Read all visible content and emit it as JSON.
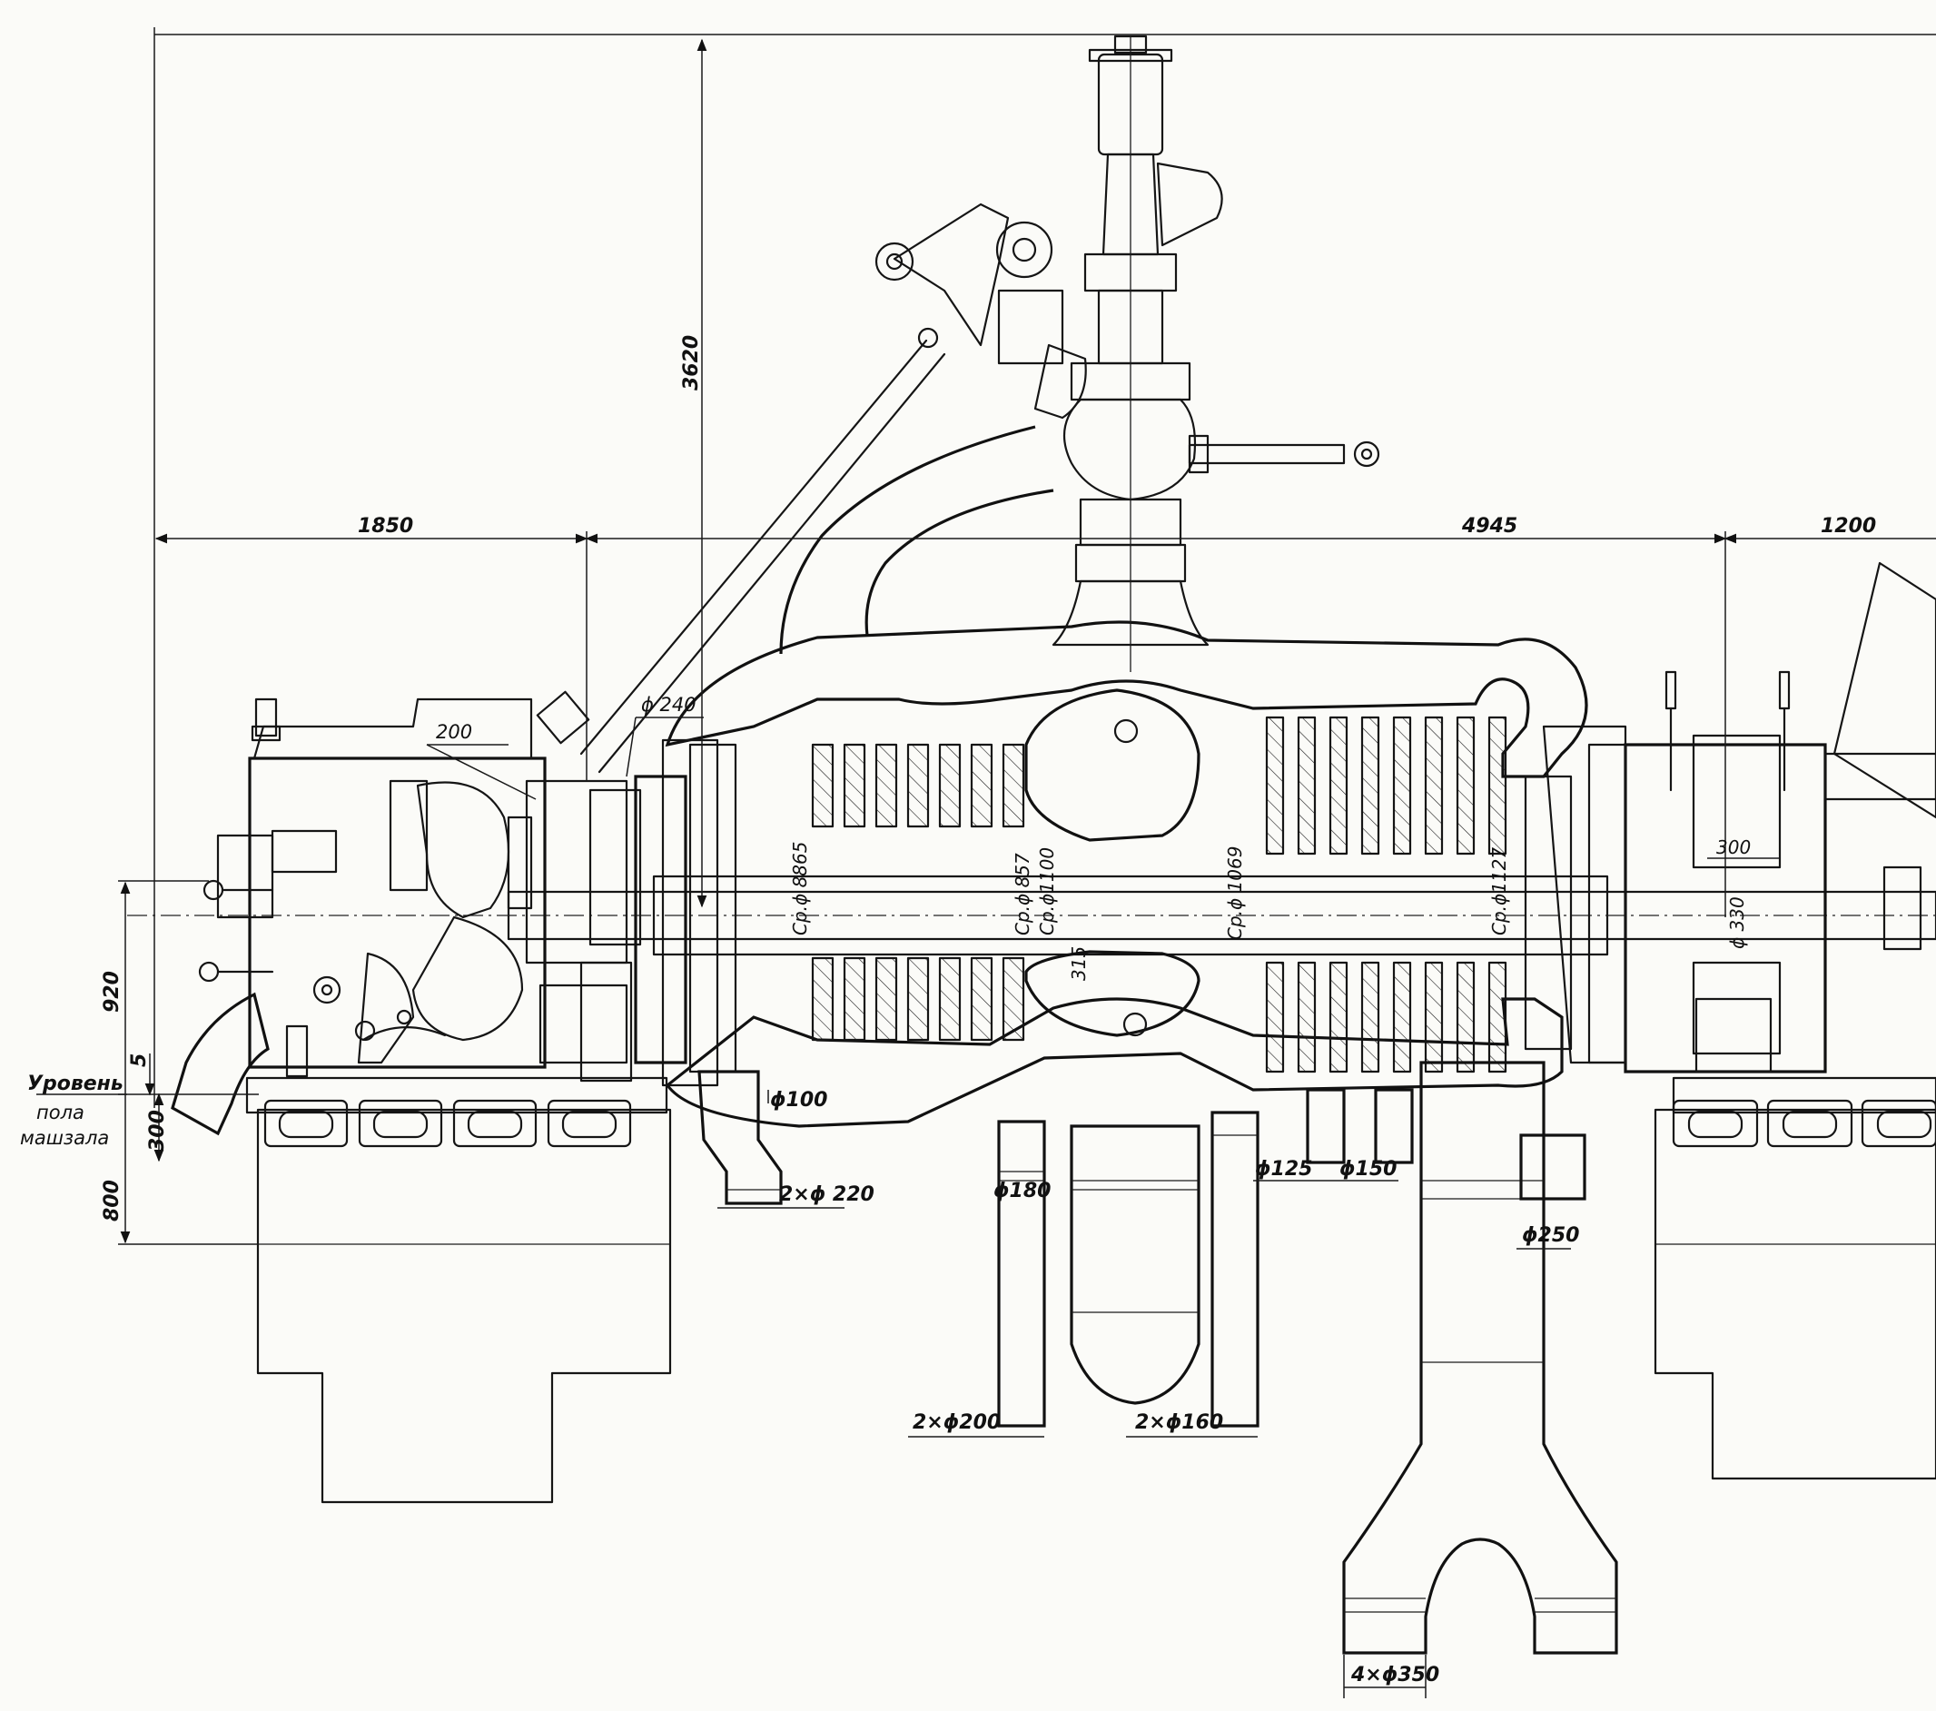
{
  "dimensions": {
    "overall_height": "3620",
    "left_length": "1850",
    "mid_length": "4945",
    "right_length": "1200",
    "axis_height": "920",
    "small_gap": "5",
    "floor_offset": "300",
    "foundation_depth": "800",
    "nozzle_200": "200",
    "bore_300": "300"
  },
  "diameters": {
    "d240": "ϕ 240",
    "d100": "ϕ100",
    "d2x220": "2×ϕ 220",
    "d180": "ϕ180",
    "d2x200": "2×ϕ200",
    "d2x160": "2×ϕ160",
    "d125": "ϕ125",
    "d150": "ϕ150",
    "d250": "ϕ250",
    "d4x350": "4×ϕ350",
    "d330": "ϕ 330"
  },
  "mean_diameters": {
    "m8865": "Ср.ϕ 8865",
    "m857": "Ср.ϕ 857",
    "m1100": "Ср.ϕ1100",
    "m1069": "Ср.ϕ  1069",
    "m1127": "Ср.ϕ1127",
    "small_315": "315"
  },
  "floor_label": {
    "line1": "Уровень",
    "line2": "пола",
    "line3": "машзала"
  }
}
